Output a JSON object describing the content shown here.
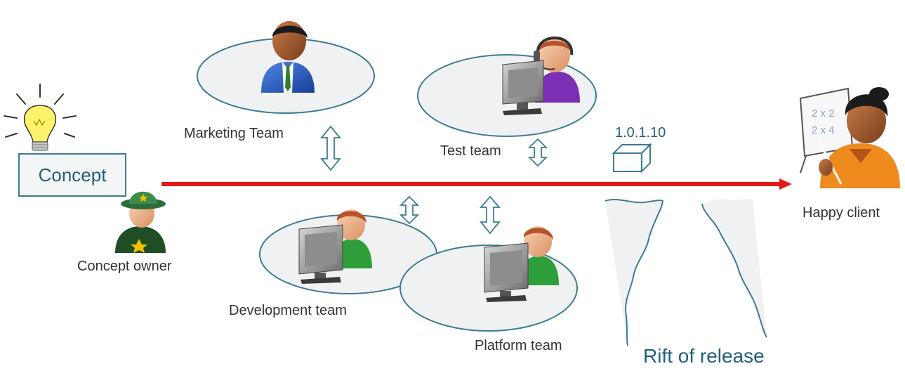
{
  "concept": {
    "label": "Concept",
    "owner_label": "Concept owner"
  },
  "teams": {
    "marketing": "Marketing Team",
    "test": "Test team",
    "development": "Development team",
    "platform": "Platform team"
  },
  "release": {
    "version": "1.0.1.10",
    "rift_label": "Rift of release"
  },
  "client": {
    "label": "Happy client",
    "board_line1": "2 x 2",
    "board_line2": "2 x 4"
  },
  "colors": {
    "timeline": "#e11b1b",
    "outline": "#3c7c93",
    "ellipse_fill": "#f0f1f2",
    "text_accent": "#1f5f7a"
  },
  "icons": [
    "lightbulb-icon",
    "sheriff-person-icon",
    "businessman-icon",
    "headset-operator-icon",
    "developer-monitor-icon",
    "teacher-whiteboard-icon",
    "release-box-icon",
    "double-arrow-icon"
  ]
}
